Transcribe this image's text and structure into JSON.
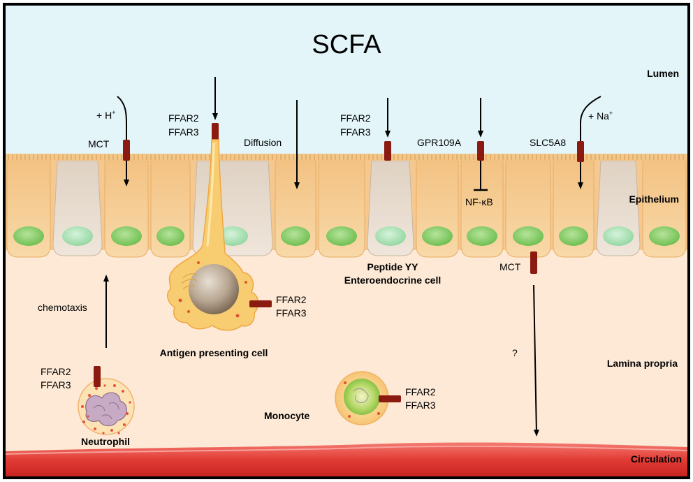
{
  "title": "SCFA",
  "regions": {
    "lumen": "Lumen",
    "epithelium": "Epithelium",
    "lamina_propria": "Lamina propria",
    "circulation": "Circulation"
  },
  "transport": {
    "mct_label": "MCT",
    "h_ion": "+ H",
    "h_charge": "+",
    "ffar2": "FFAR2",
    "ffar3": "FFAR3",
    "diffusion": "Diffusion",
    "gpr109a": "GPR109A",
    "nfkb": "NF-κB",
    "slc5a8": "SLC5A8",
    "na_ion": "+ Na",
    "na_charge": "+",
    "mct_basal": "MCT",
    "unknown": "?"
  },
  "cells": {
    "peptide_yy": "Peptide YY",
    "enteroendocrine": "Enteroendocrine cell",
    "apc": "Antigen presenting cell",
    "apc_ffar2": "FFAR2",
    "apc_ffar3": "FFAR3",
    "neutrophil": "Neutrophil",
    "neut_ffar2": "FFAR2",
    "neut_ffar3": "FFAR3",
    "chemotaxis": "chemotaxis",
    "monocyte": "Monocyte",
    "mono_ffar2": "FFAR2",
    "mono_ffar3": "FFAR3"
  },
  "colors": {
    "lumen": "#e3f5f9",
    "lamina": "#fde9d6",
    "enterocyte": "#f6c98a",
    "enteroendocrine": "#e9ddd0",
    "nucleus": "#8fcf6e",
    "receptor": "#8b1a10",
    "blood": "#e8443f",
    "border": "#000000"
  }
}
